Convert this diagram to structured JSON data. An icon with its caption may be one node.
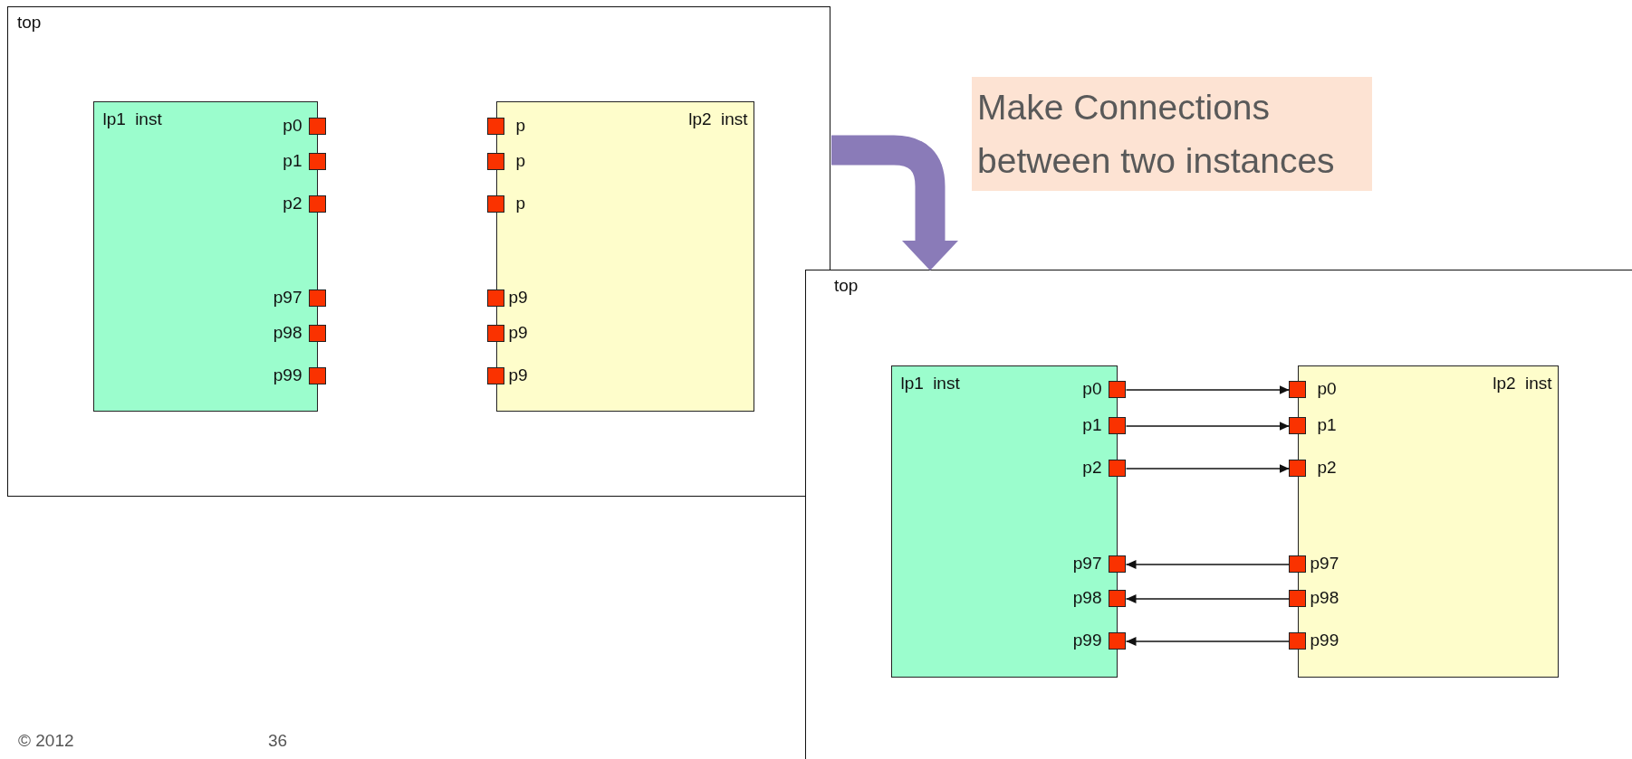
{
  "diagram": {
    "nodes": [
      {
        "text": [
          "top"
        ]
      },
      {
        "text": [
          "lp1 inst"
        ],
        "in": 0
      },
      {
        "text": [],
        "shape": "box",
        "in": 0
      },
      {
        "text": [],
        "shape": "box",
        "in": 0
      },
      {
        "text": [],
        "shape": "box",
        "in": 0
      },
      {
        "text": [],
        "shape": "box",
        "in": 0
      },
      {
        "text": [],
        "shape": "box",
        "in": 0
      },
      {
        "text": [],
        "shape": "box",
        "in": 0
      },
      {
        "text": [
          "lp2 inst"
        ],
        "in": 0
      },
      {
        "text": [],
        "shape": "box",
        "in": 0
      },
      {
        "text": [],
        "shape": "box",
        "in": 0
      },
      {
        "text": [],
        "shape": "box",
        "in": 0
      },
      {
        "text": [],
        "shape": "box",
        "in": 0
      },
      {
        "text": [],
        "shape": "box",
        "in": 0
      },
      {
        "text": [],
        "shape": "box",
        "in": 0
      },
      {
        "text": [
          "Make Connections between two instances"
        ]
      },
      {
        "text": [
          "top"
        ]
      },
      {
        "text": [
          "lp1 inst"
        ],
        "in": 16
      },
      {
        "text": [],
        "shape": "box",
        "in": 16
      },
      {
        "text": [],
        "shape": "box",
        "in": 16
      },
      {
        "text": [],
        "shape": "box",
        "in": 16
      },
      {
        "text": [],
        "shape": "box",
        "in": 16
      },
      {
        "text": [],
        "shape": "box",
        "in": 16
      },
      {
        "text": [],
        "shape": "box",
        "in": 16
      },
      {
        "text": [
          "lp2 inst"
        ],
        "in": 16
      },
      {
        "text": [],
        "shape": "box",
        "in": 16
      },
      {
        "text": [],
        "shape": "box",
        "in": 16
      },
      {
        "text": [],
        "shape": "box",
        "in": 16
      },
      {
        "text": [],
        "shape": "box",
        "in": 16
      },
      {
        "text": [],
        "shape": "box",
        "in": 16
      },
      {
        "text": [],
        "shape": "box",
        "in": 16
      }
    ],
    "edges": [
      {
        "from": 0,
        "to": 16,
        "arrow": "to",
        "style": "thick",
        "color": "#8a7bb8"
      },
      {
        "from": 18,
        "to": 25,
        "arrow": "to"
      },
      {
        "from": 19,
        "to": 26,
        "arrow": "to"
      },
      {
        "from": 20,
        "to": 27,
        "arrow": "to"
      },
      {
        "from": 28,
        "to": 21,
        "arrow": "to"
      },
      {
        "from": 29,
        "to": 22,
        "arrow": "to"
      },
      {
        "from": 30,
        "to": 23,
        "arrow": "to"
      }
    ],
    "labels": [
      "p0",
      "p1",
      "p2",
      "p97",
      "p98",
      "p99",
      "p",
      "p",
      "p",
      "p9",
      "p9",
      "p9",
      "p0",
      "p1",
      "p2",
      "p97",
      "p98",
      "p99",
      "p0",
      "p1",
      "p2",
      "p97",
      "p98",
      "p99",
      "© 2012",
      "36"
    ]
  }
}
